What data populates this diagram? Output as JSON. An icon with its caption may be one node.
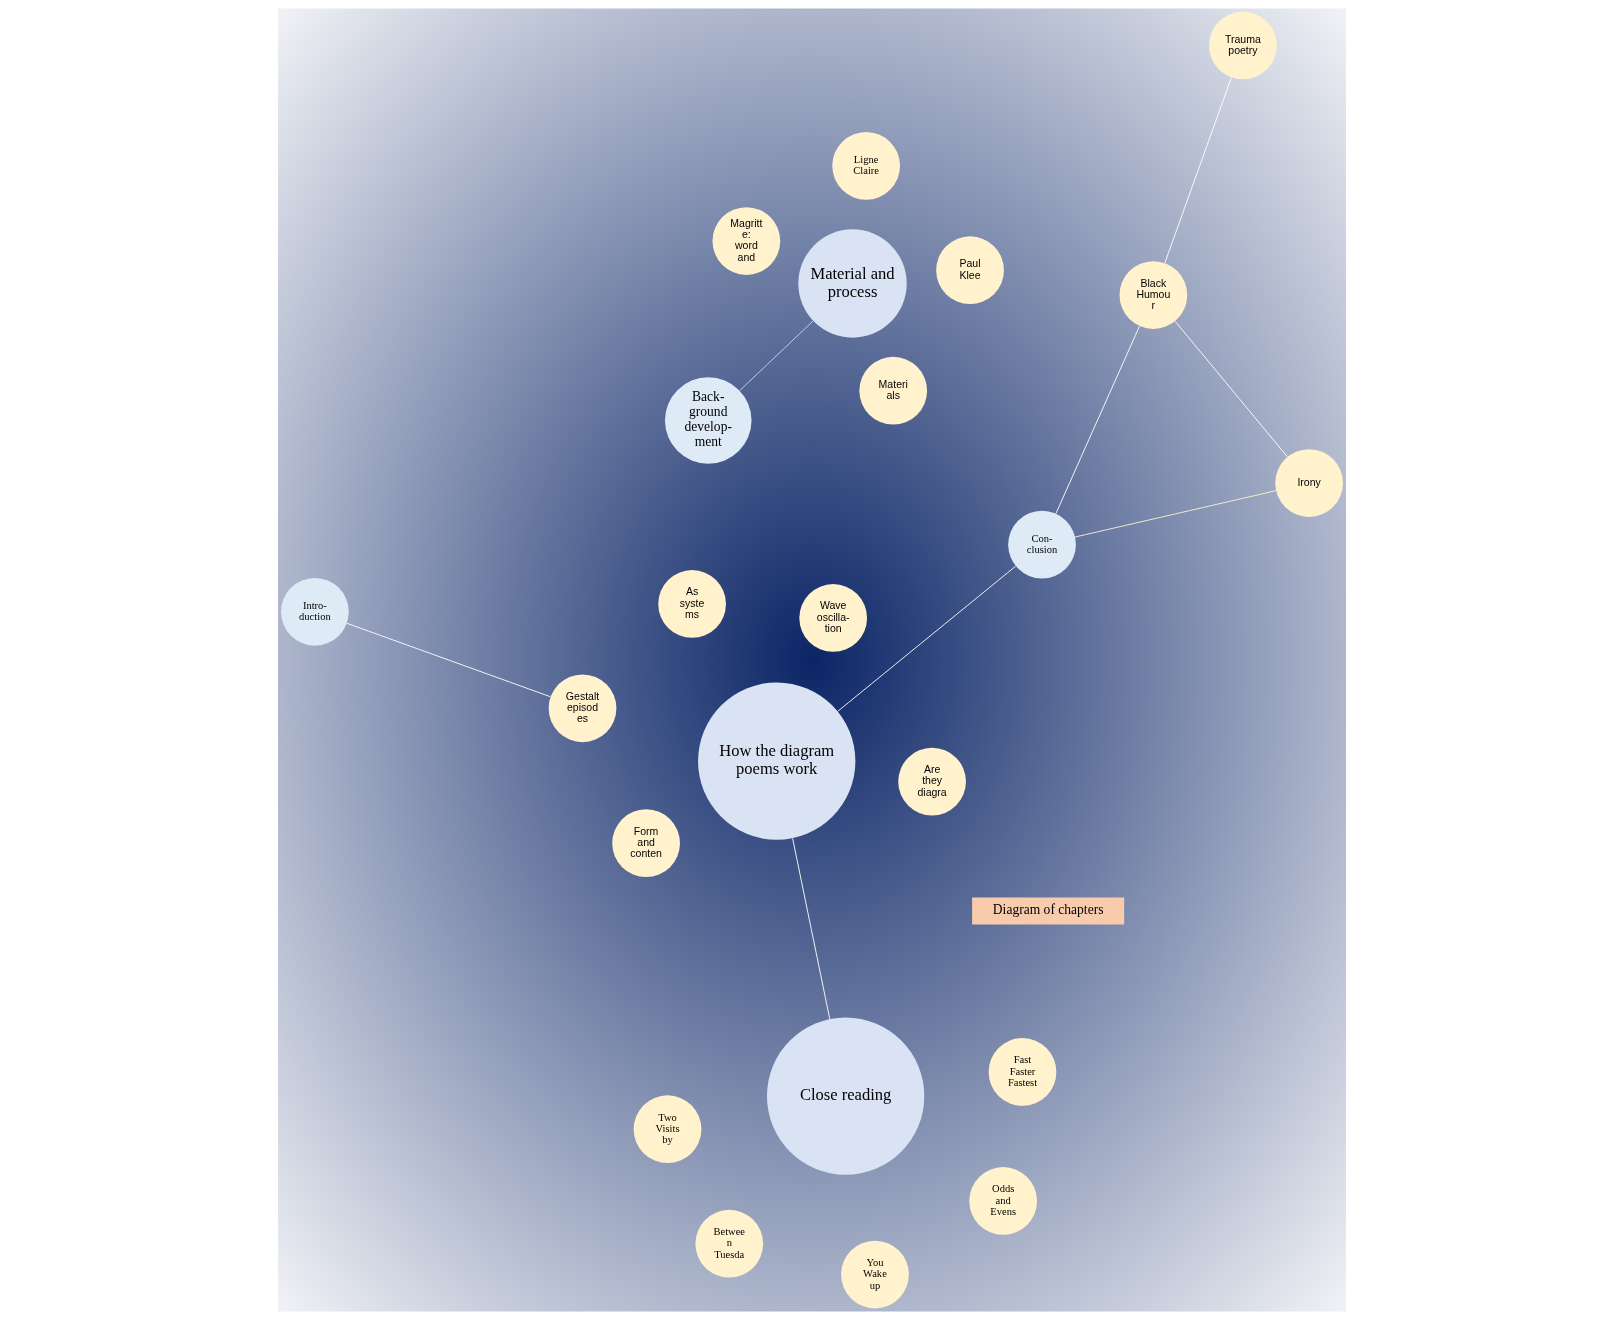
{
  "diagram": {
    "nodes": [
      {
        "text": [
          "How the diagram poems work"
        ]
      },
      {
        "text": [
          "Are they diagra"
        ]
      },
      {
        "text": [
          "Form and conten"
        ]
      },
      {
        "text": [
          "As syste ms"
        ]
      },
      {
        "text": [
          "Wave oscilla- tion"
        ]
      },
      {
        "text": [
          "Gestalt episod es"
        ]
      },
      {
        "text": [
          "Intro- duction"
        ]
      },
      {
        "text": [
          "Close reading"
        ]
      },
      {
        "text": [
          "Betwee n Tuesda"
        ]
      },
      {
        "text": [
          "Odds and Evens"
        ]
      },
      {
        "text": [
          "You Wake up"
        ]
      },
      {
        "text": [
          "Two Visits by"
        ]
      },
      {
        "text": [
          "Fast Faster Fastest"
        ]
      },
      {
        "text": [
          "Con- clusion"
        ]
      },
      {
        "text": [
          "Trauma poetry"
        ]
      },
      {
        "text": [
          "Black Humou r"
        ]
      },
      {
        "text": [
          "Irony"
        ]
      },
      {
        "text": [
          "Back- ground develop- ment"
        ]
      },
      {
        "text": [
          "Material and process"
        ]
      },
      {
        "text": [
          "Materi als"
        ]
      },
      {
        "text": [
          "Ligne Claire"
        ]
      },
      {
        "text": [
          "Paul Klee"
        ]
      },
      {
        "text": [
          "Magritt e: word and"
        ]
      }
    ],
    "edges": [
      {
        "from": 6,
        "to": 5,
        "arrow": "none"
      },
      {
        "from": 0,
        "to": 7,
        "arrow": "none"
      },
      {
        "from": 0,
        "to": 13,
        "arrow": "none"
      },
      {
        "from": 13,
        "to": 15,
        "arrow": "none"
      },
      {
        "from": 14,
        "to": 15,
        "arrow": "none"
      },
      {
        "from": 15,
        "to": 16,
        "arrow": "none"
      },
      {
        "from": 13,
        "to": 16,
        "arrow": "none",
        "color": "#fff2cc"
      },
      {
        "from": 17,
        "to": 18,
        "arrow": "none",
        "color": "#c9d6ee"
      }
    ],
    "labels": [
      "Diagram of chapters"
    ]
  }
}
